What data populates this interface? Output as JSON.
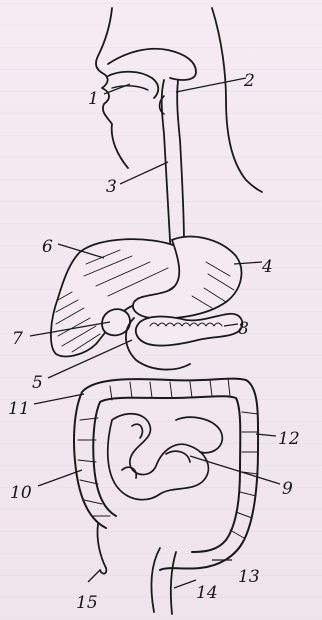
{
  "labels": {
    "l1": "1",
    "l2": "2",
    "l3": "3",
    "l4": "4",
    "l5": "5",
    "l6": "6",
    "l7": "7",
    "l8": "8",
    "l9": "9",
    "l10": "10",
    "l11": "11",
    "l12": "12",
    "l13": "13",
    "l14": "14",
    "l15": "15"
  },
  "colors": {
    "paper": "#f2e9ef",
    "ink": "#1a1a1a"
  }
}
